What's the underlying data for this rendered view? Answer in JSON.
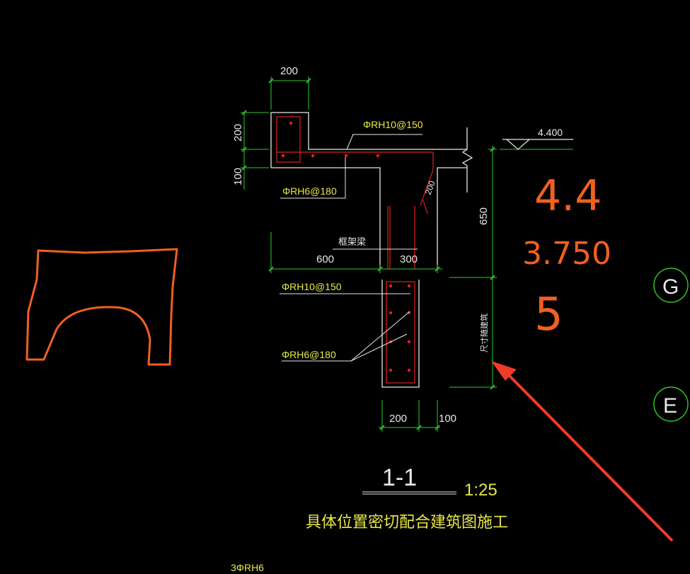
{
  "drawing": {
    "dimensions": {
      "top_width": "200",
      "flange_height_200": "200",
      "flange_height_100": "100",
      "upper_height": "650",
      "left_span": "600",
      "web_width": "300",
      "bottom_web": "200",
      "bottom_offset": "100",
      "slope": "200",
      "depth_note": "尺寸随建筑"
    },
    "rebar_labels": {
      "top": "ΦRH10@150",
      "upper_stirrup": "ΦRH6@180",
      "lower_top": "ΦRH10@150",
      "lower_stirrup": "ΦRH6@180",
      "bottom_left": "3ΦRH6"
    },
    "beam_label": "框架梁",
    "elevation": "4.400",
    "section_title": "1-1",
    "scale": "1:25",
    "note": "具体位置密切配合建筑图施工",
    "grid_labels": {
      "g": "G",
      "e": "E"
    },
    "handwriting": {
      "line1": "4.4",
      "line2": "3.750",
      "line3": "5"
    }
  },
  "colors": {
    "background": "#000000",
    "outline": "#e8e8e8",
    "dimension": "#2ecc2e",
    "text_yellow": "#e8e84a",
    "rebar": "#e02020",
    "annotation": "#f06020",
    "arrow": "#f03a2a"
  }
}
